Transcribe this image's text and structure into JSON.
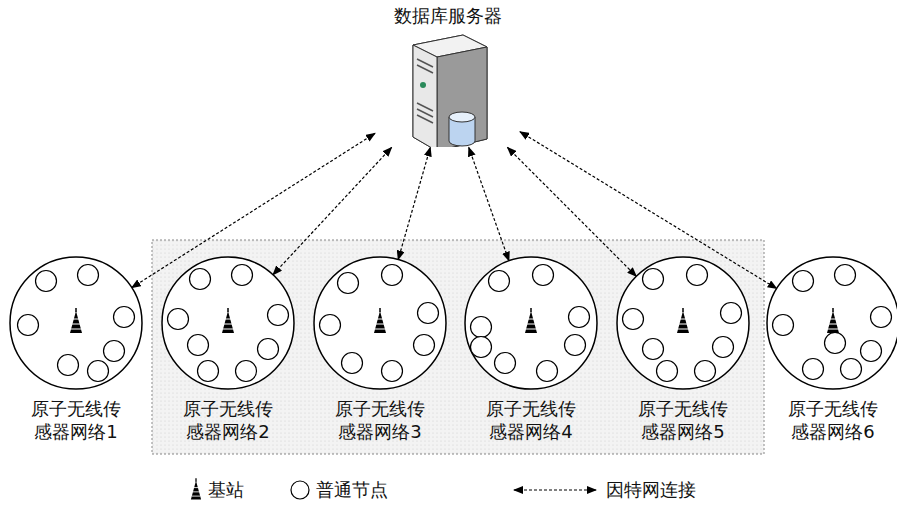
{
  "diagram": {
    "nodes": [
      {
        "text": [
          "数据库服务器"
        ]
      },
      {
        "text": [
          "原子无线传感器网络1"
        ]
      },
      {
        "text": [
          "原子无线传感器网络2"
        ]
      },
      {
        "text": [
          "原子无线传感器网络3"
        ]
      },
      {
        "text": [
          "原子无线传感器网络4"
        ]
      },
      {
        "text": [
          "原子无线传感器网络5"
        ]
      },
      {
        "text": [
          "原子无线传感器网络6"
        ]
      }
    ],
    "edges": [
      {
        "from": 0,
        "to": 1,
        "arrow": "both"
      },
      {
        "from": 0,
        "to": 2,
        "arrow": "both"
      },
      {
        "from": 0,
        "to": 3,
        "arrow": "both"
      },
      {
        "from": 0,
        "to": 4,
        "arrow": "both"
      },
      {
        "from": 0,
        "to": 5,
        "arrow": "both"
      },
      {
        "from": 0,
        "to": 6,
        "arrow": "both"
      }
    ],
    "legend": [
      {
        "text": "基站"
      },
      {
        "text": "普通节点"
      },
      {
        "text": "因特网连接"
      }
    ]
  }
}
